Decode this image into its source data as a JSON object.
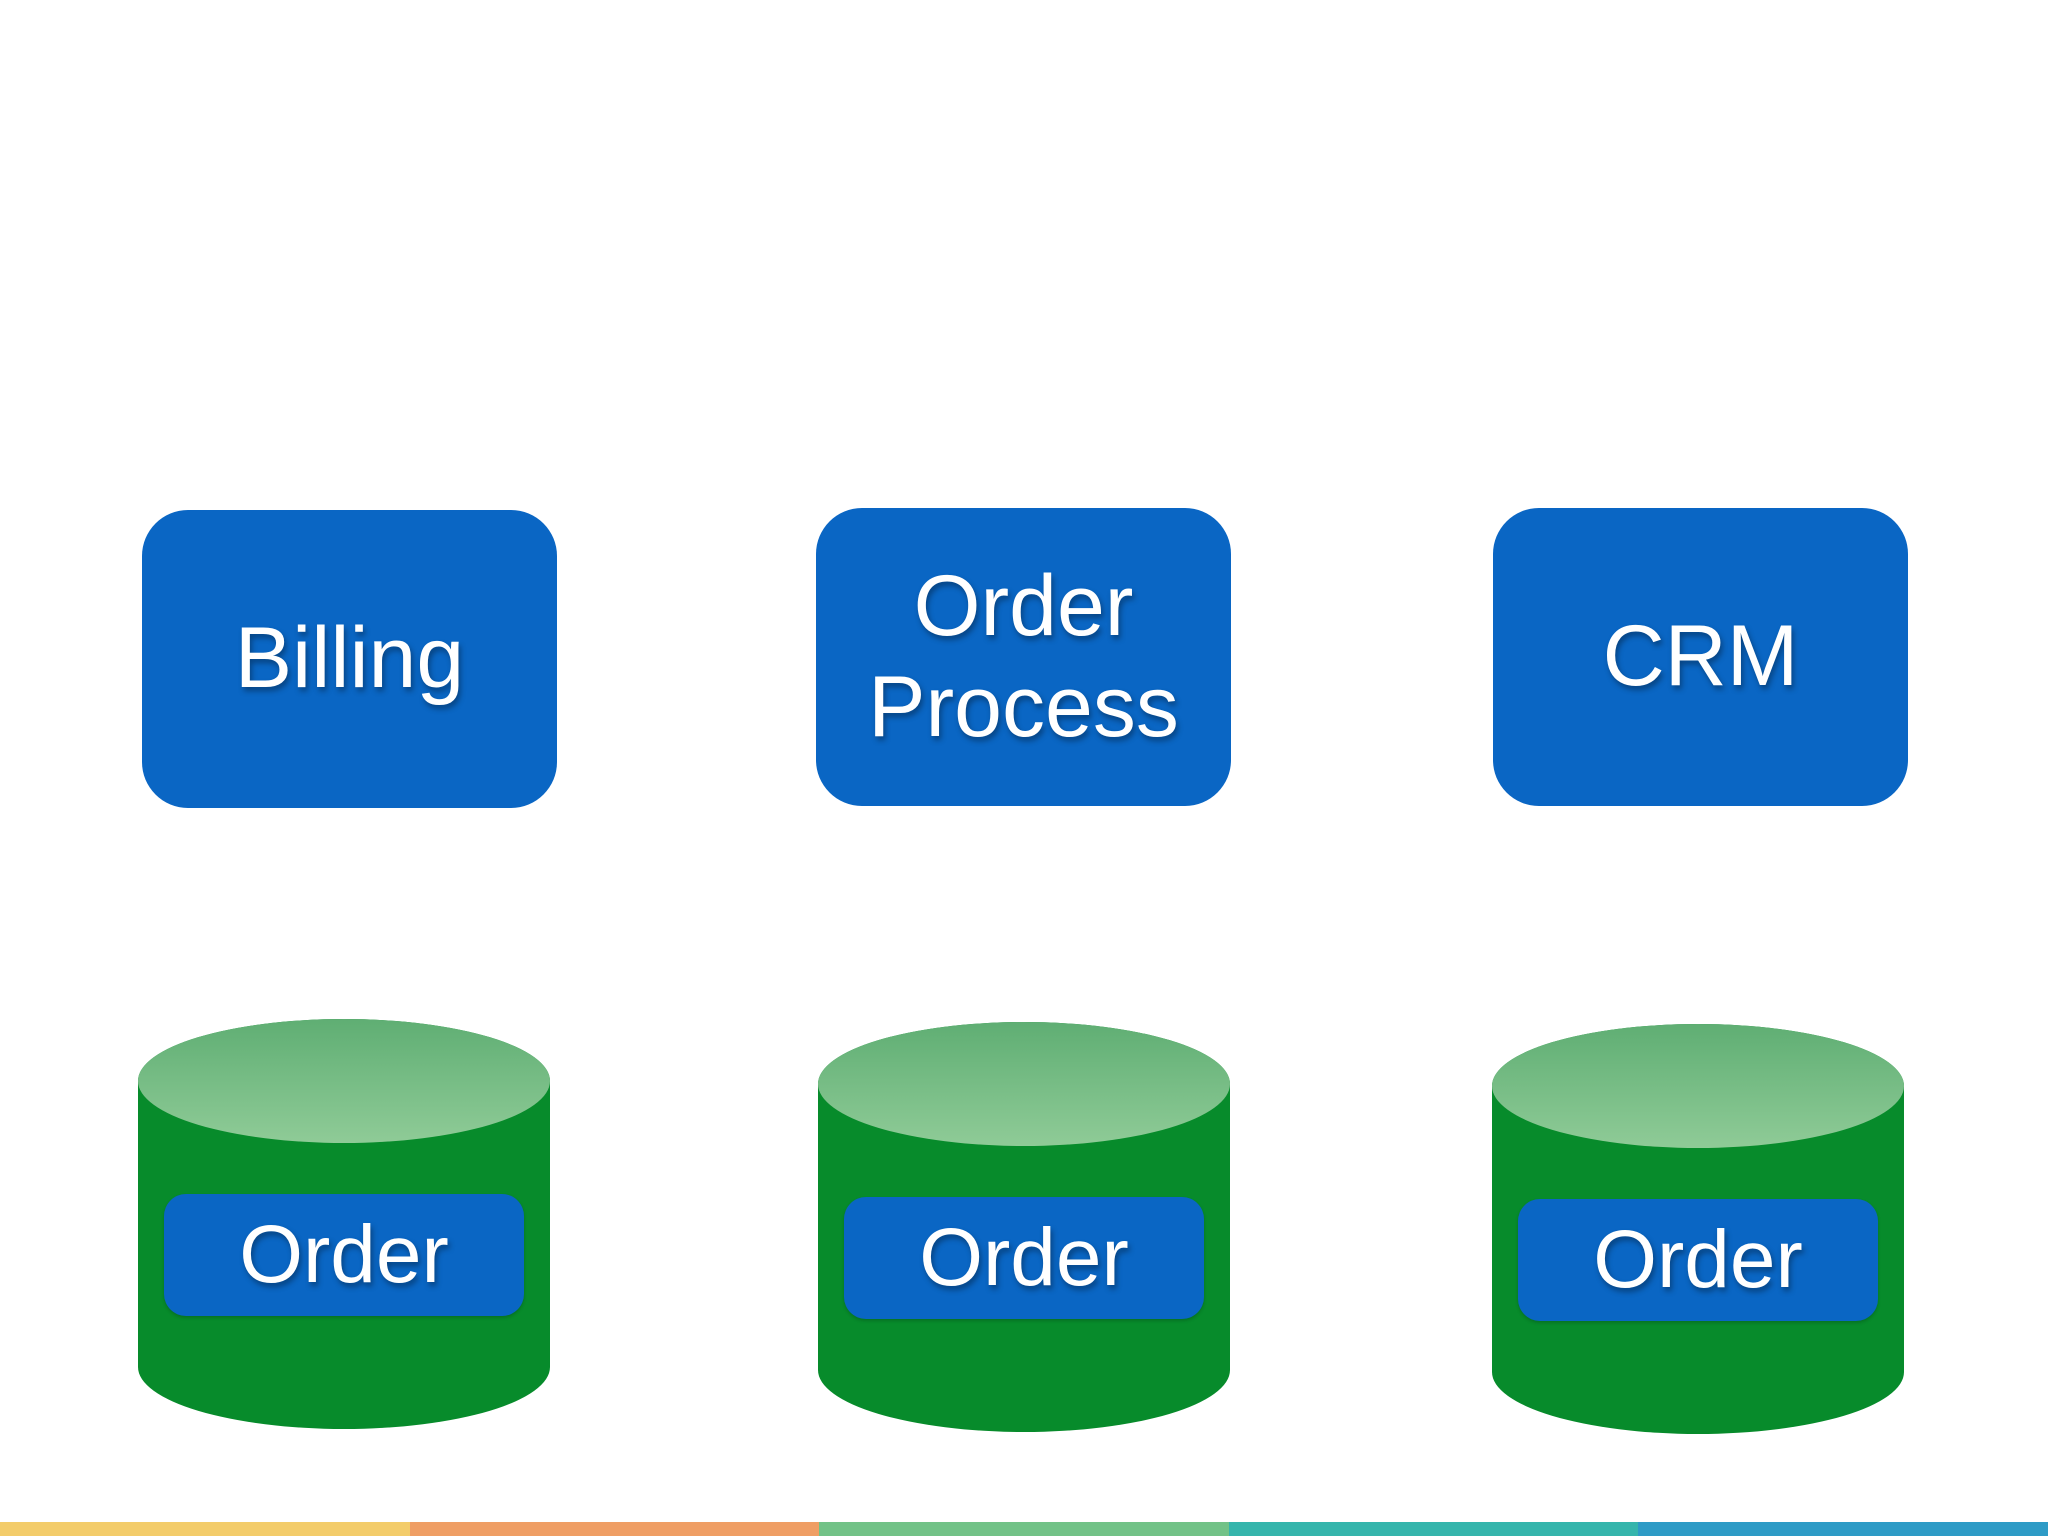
{
  "slide": {
    "services": [
      {
        "label": "Billing"
      },
      {
        "label": "Order Process"
      },
      {
        "label": "CRM"
      }
    ],
    "databases": [
      {
        "label": "Order"
      },
      {
        "label": "Order"
      },
      {
        "label": "Order"
      }
    ],
    "colors": {
      "box_blue": "#0A66C4",
      "db_body_green": "#078B2B",
      "db_body_green_dark": "#067A24",
      "db_top_light": "#8FCB97",
      "db_top_dark": "#5FAE73",
      "text_white": "#FFFFFF",
      "bg": "#FFFFFF",
      "stripe_1": "#F3CC6A",
      "stripe_2": "#EF9E64",
      "stripe_3": "#72C287",
      "stripe_4": "#35B5AC",
      "stripe_5": "#2E9BC6"
    }
  }
}
